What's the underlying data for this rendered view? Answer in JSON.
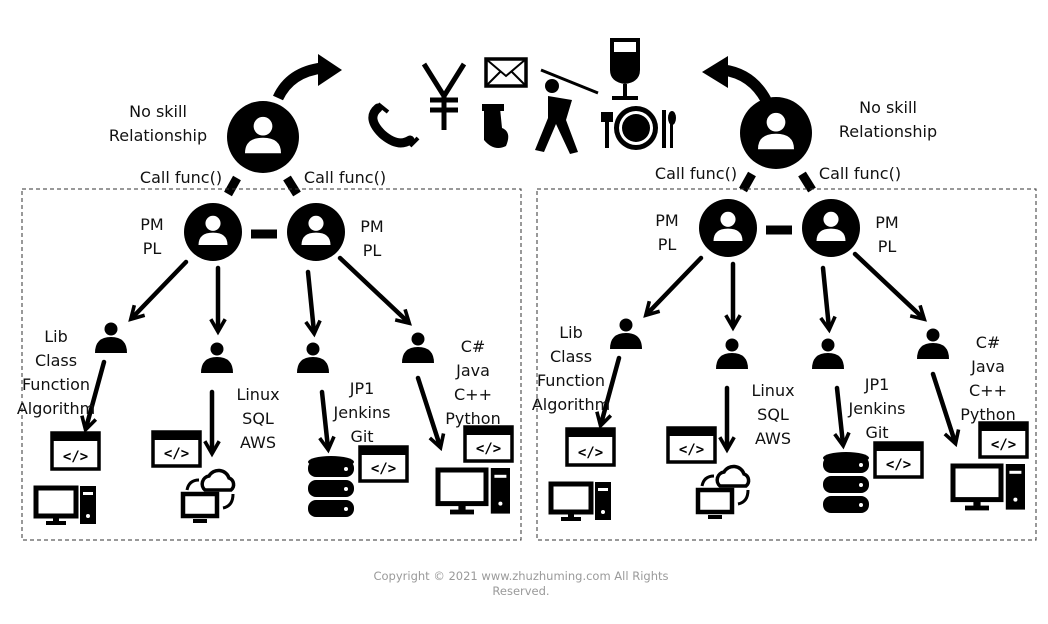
{
  "panels": [
    {
      "top_label": [
        "No skill",
        "Relationship"
      ],
      "call_left": "Call func()",
      "call_right": "Call func()",
      "pm_left": [
        "PM",
        "PL"
      ],
      "pm_right": [
        "PM",
        "PL"
      ],
      "skills": [
        [
          "Lib",
          "Class",
          "Function",
          "Algorithm"
        ],
        [
          "Linux",
          "SQL",
          "AWS"
        ],
        [
          "JP1",
          "Jenkins",
          "Git"
        ],
        [
          "C#",
          "Java",
          "C++",
          "Python"
        ]
      ]
    },
    {
      "top_label": [
        "No skill",
        "Relationship"
      ],
      "call_left": "Call func()",
      "call_right": "Call func()",
      "pm_left": [
        "PM",
        "PL"
      ],
      "pm_right": [
        "PM",
        "PL"
      ],
      "skills": [
        [
          "Lib",
          "Class",
          "Function",
          "Algorithm"
        ],
        [
          "Linux",
          "SQL",
          "AWS"
        ],
        [
          "JP1",
          "Jenkins",
          "Git"
        ],
        [
          "C#",
          "Java",
          "C++",
          "Python"
        ]
      ]
    }
  ],
  "center_icons": [
    "phone-icon",
    "yen-icon",
    "envelope-icon",
    "stocking-icon",
    "golfer-icon",
    "wine-glass-icon",
    "plate-cutlery-icon"
  ],
  "yen_symbol": "¥",
  "copyright": [
    "Copyright © 2021 www.zhuzhuming.com All Rights",
    "Reserved."
  ]
}
